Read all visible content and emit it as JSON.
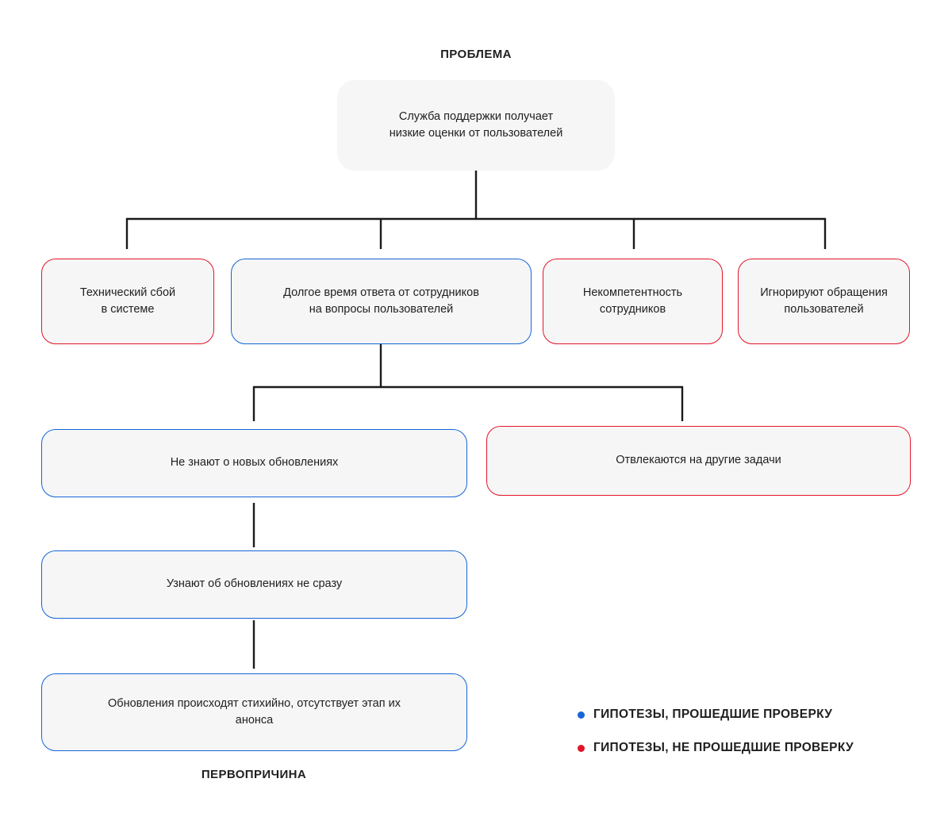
{
  "diagram": {
    "top_caption": "ПРОБЛЕМА",
    "bottom_caption": "ПЕРВОПРИЧИНА",
    "colors": {
      "verified": "#1565d8",
      "unverified": "#e3152a",
      "node_fill": "#f6f6f6",
      "connector": "#1a1a1a",
      "text": "#1f1f1f"
    },
    "nodes": [
      {
        "id": "problem",
        "kind": "problem",
        "text": "Служба поддержки получает\nнизкие оценки от пользователей",
        "level": 0
      },
      {
        "id": "tech-failure",
        "kind": "unverified",
        "text": "Технический сбой\nв системе",
        "level": 1
      },
      {
        "id": "long-response",
        "kind": "verified",
        "text": "Долгое время ответа от сотрудников\nна вопросы пользователей",
        "level": 1
      },
      {
        "id": "incompetence",
        "kind": "unverified",
        "text": "Некомпетентность\nсотрудников",
        "level": 1
      },
      {
        "id": "ignoring",
        "kind": "unverified",
        "text": "Игнорируют обращения\nпользователей",
        "level": 1
      },
      {
        "id": "unaware-updates",
        "kind": "verified",
        "text": "Не знают о новых обновлениях",
        "level": 2
      },
      {
        "id": "distracted",
        "kind": "unverified",
        "text": "Отвлекаются на другие задачи",
        "level": 2
      },
      {
        "id": "late-awareness",
        "kind": "verified",
        "text": "Узнают об обновлениях не сразу",
        "level": 3
      },
      {
        "id": "root-cause",
        "kind": "verified",
        "text": "Обновления происходят стихийно, отсутствует этап их\nанонса",
        "level": 4
      }
    ],
    "legend": [
      {
        "marker": "blue-dot",
        "label": "ГИПОТЕЗЫ, ПРОШЕДШИЕ ПРОВЕРКУ"
      },
      {
        "marker": "red-dot",
        "label": "ГИПОТЕЗЫ, НЕ ПРОШЕДШИЕ ПРОВЕРКУ"
      }
    ]
  }
}
